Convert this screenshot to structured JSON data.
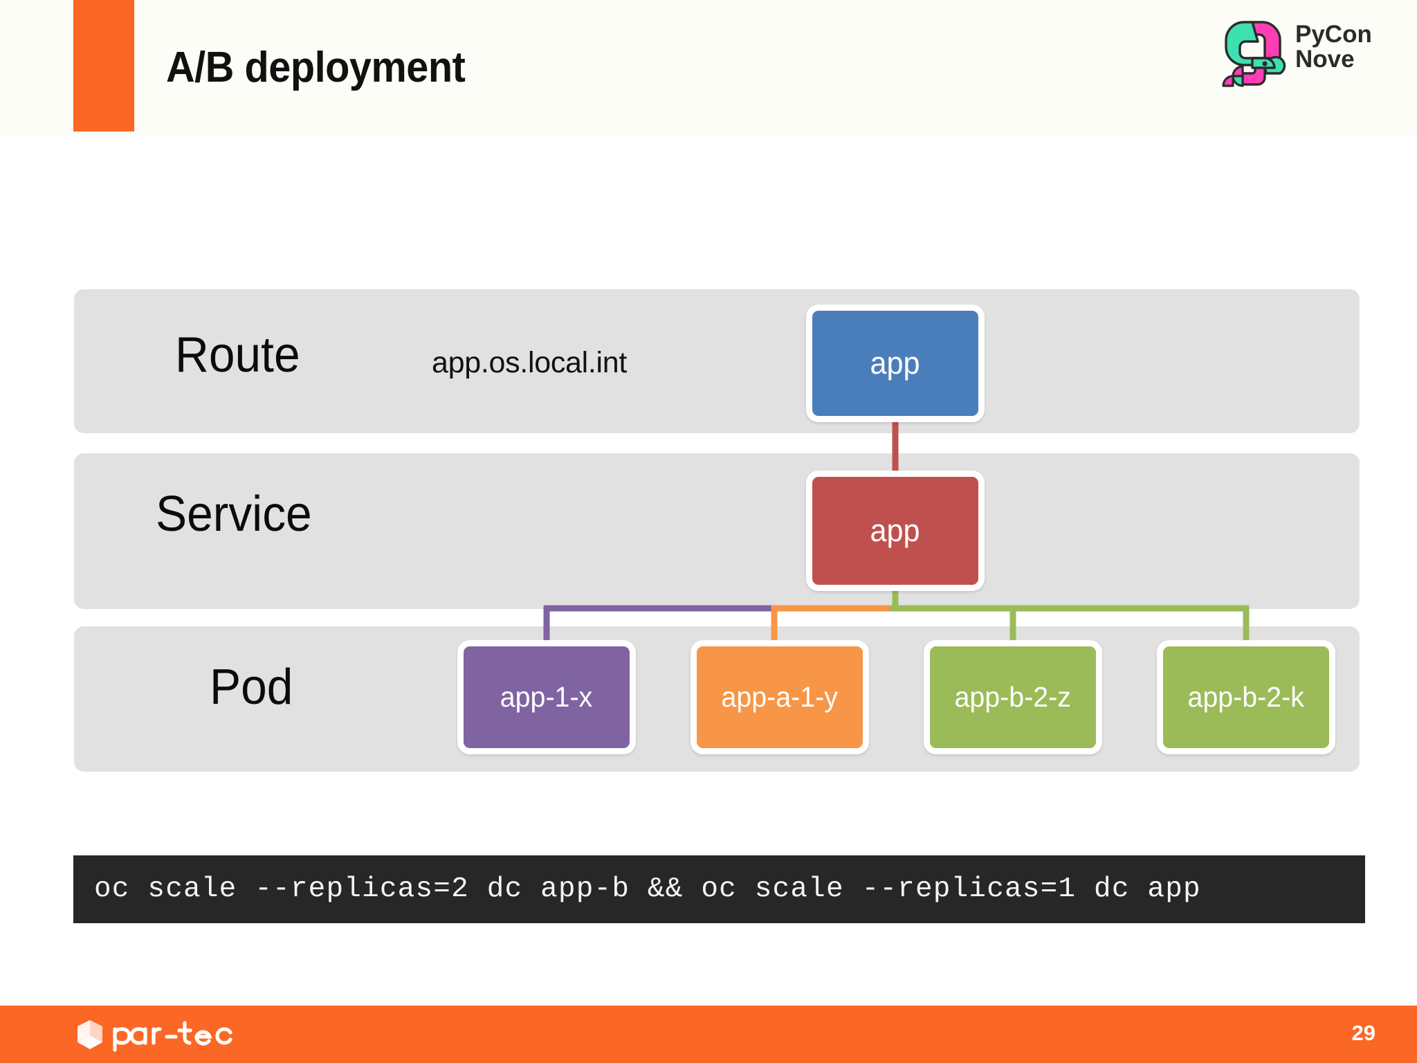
{
  "slide": {
    "title": "A/B deployment",
    "page_number": "29",
    "accent_color": "#fb6724",
    "background_color": "#ffffff",
    "band_color": "#e1e1e1"
  },
  "brand_logo": {
    "name": "pycon-nove-logo",
    "line1": "PyCon",
    "line2": "Nove",
    "mark_color_teal": "#3ee0b0",
    "mark_color_magenta": "#ff3eb5",
    "outline_color": "#2b2b2b"
  },
  "diagram": {
    "rows": [
      {
        "label": "Route",
        "annotation": "app.os.local.int"
      },
      {
        "label": "Service",
        "annotation": ""
      },
      {
        "label": "Pod",
        "annotation": ""
      }
    ],
    "route_node": {
      "label": "app",
      "color": "#4a7ebb"
    },
    "service_node": {
      "label": "app",
      "color": "#c0504d"
    },
    "pods": [
      {
        "label": "app-1-x",
        "color": "#8064a2"
      },
      {
        "label": "app-a-1-y",
        "color": "#f79646"
      },
      {
        "label": "app-b-2-z",
        "color": "#9bbb59"
      },
      {
        "label": "app-b-2-k",
        "color": "#9bbb59"
      }
    ],
    "connector_colors": {
      "route_to_service": "#c0504d",
      "pod_1": "#8064a2",
      "pod_2": "#f79646",
      "pod_3": "#9bbb59",
      "pod_4": "#9bbb59"
    }
  },
  "command": {
    "text": "oc scale --replicas=2 dc app-b && oc scale --replicas=1 dc app",
    "background_color": "#272727",
    "text_color": "#f4f4f4"
  },
  "footer": {
    "company": "par-tec",
    "logo_name": "par-tec-cube-logo"
  }
}
